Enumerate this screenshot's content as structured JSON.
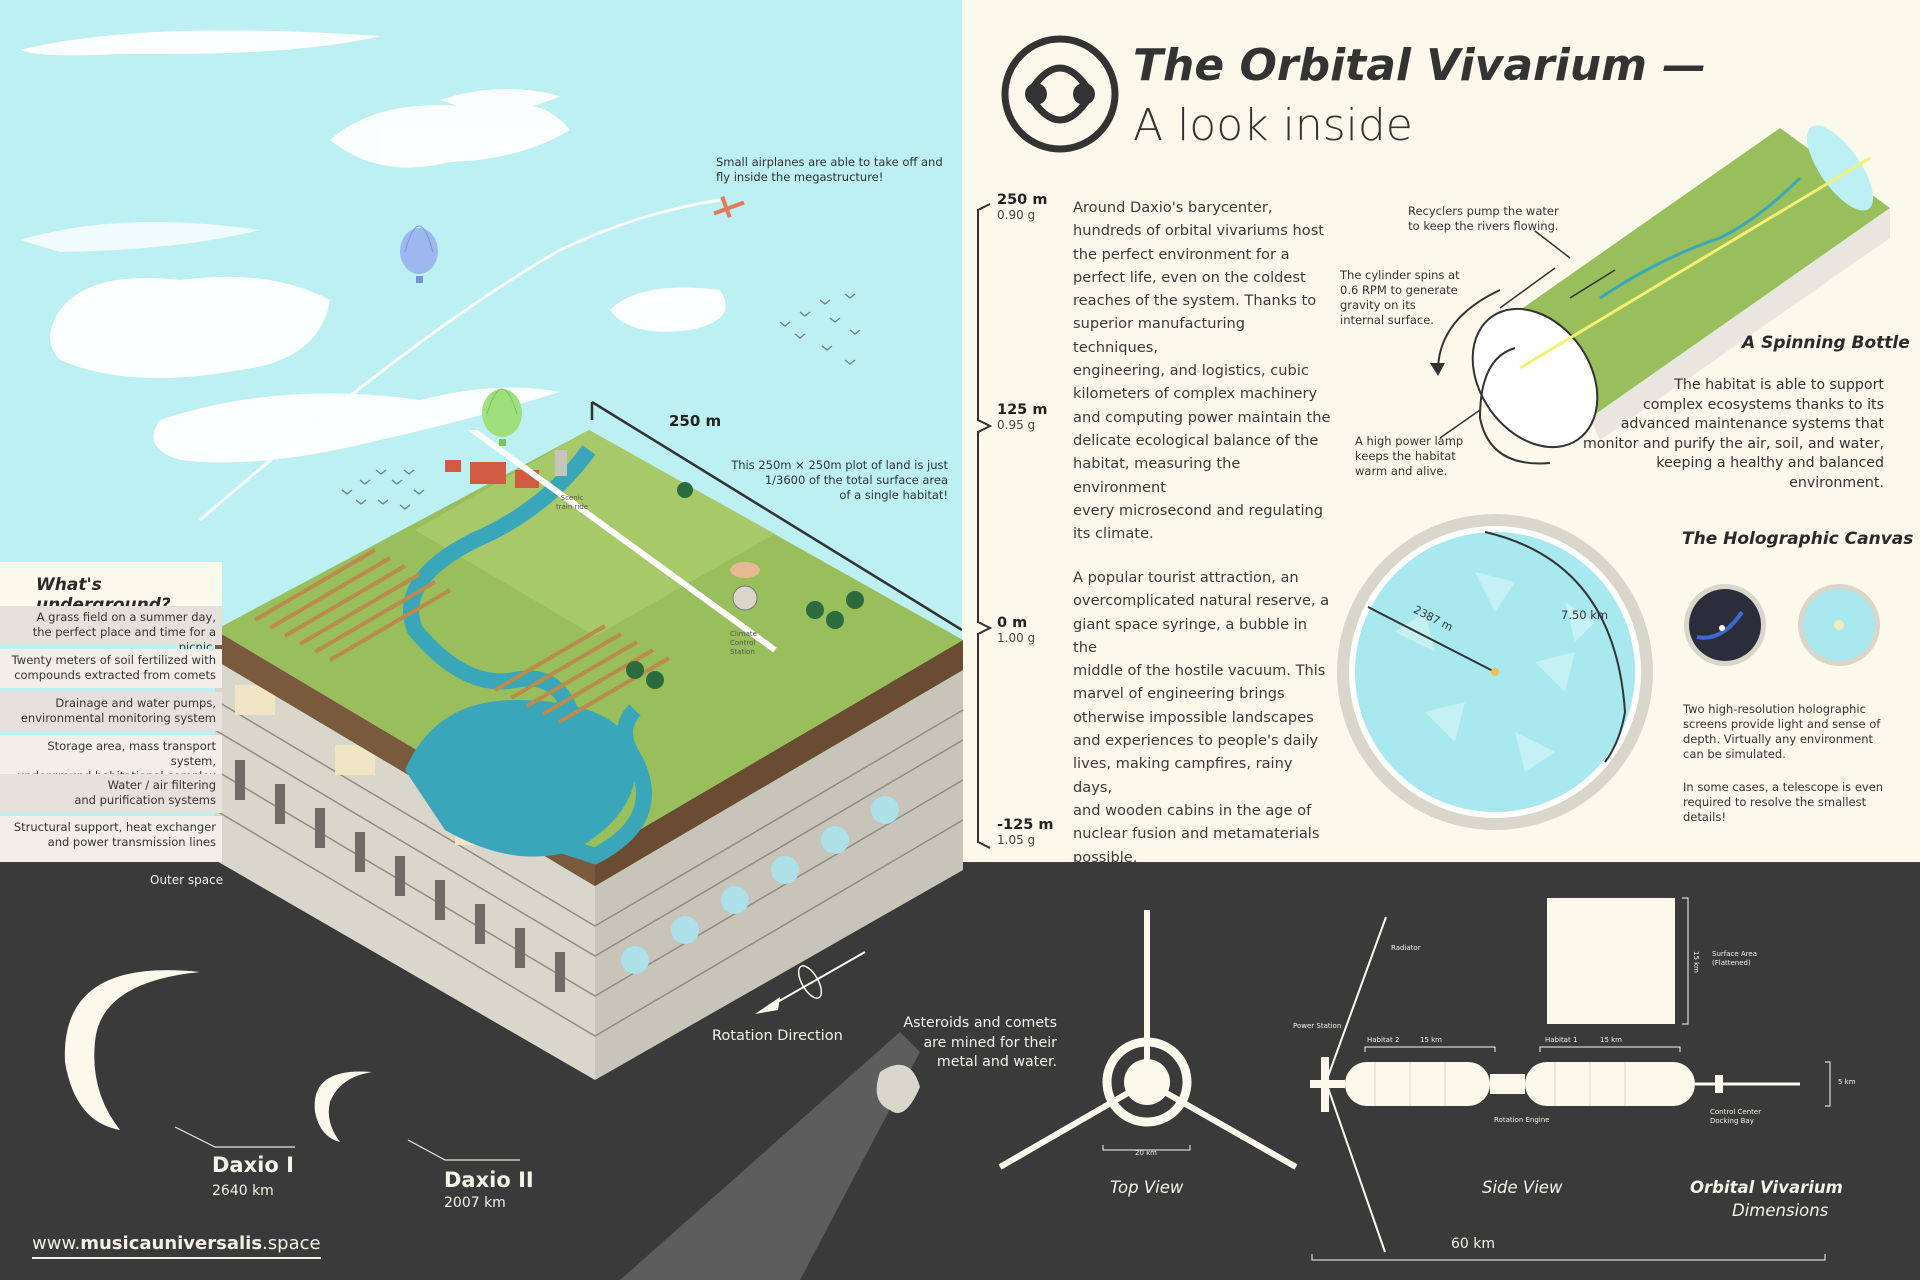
{
  "header": {
    "title": "The Orbital Vivarium —",
    "subtitle": "A look inside"
  },
  "intro_paragraph": [
    "Around Daxio's barycenter,",
    "hundreds of orbital vivariums host",
    "the perfect environment for a",
    "perfect life, even on the coldest",
    "reaches of the system. Thanks to",
    "superior manufacturing techniques,",
    "engineering, and logistics, cubic",
    "kilometers of complex machinery",
    "and computing power maintain the",
    "delicate ecological balance of the",
    "habitat, measuring the environment",
    "every microsecond and regulating",
    "its climate."
  ],
  "tourist_paragraph": [
    "A popular tourist attraction, an",
    "overcomplicated natural reserve, a",
    "giant space syringe, a bubble in the",
    "middle of the hostile vacuum. This",
    "marvel of engineering brings",
    "otherwise impossible landscapes",
    "and experiences to people's daily",
    "lives, making campfires, rainy days,",
    "and wooden cabins in the age of",
    "nuclear fusion and metamaterials",
    "possible."
  ],
  "scale": [
    {
      "label": "250 m",
      "gravity": "0.90 g"
    },
    {
      "label": "125 m",
      "gravity": "0.95 g"
    },
    {
      "label": "0 m",
      "gravity": "1.00 g"
    },
    {
      "label": "-125 m",
      "gravity": "1.05 g"
    }
  ],
  "sky_notes": {
    "airplanes": [
      "Small airplanes are able to take off and",
      "fly inside the megastructure!"
    ],
    "plot_size": "250 m",
    "plot_note": [
      "This 250m × 250m plot of land is just",
      "1/3600 of the total surface area",
      "of a single habitat!"
    ],
    "scenic": [
      "Scenic",
      "train ride"
    ],
    "climate": [
      "Climate",
      "Control",
      "Station"
    ]
  },
  "underground": {
    "heading": "What's underground?",
    "rows": [
      [
        "A grass field on a summer day,",
        "the perfect place and time for a picnic."
      ],
      [
        "Twenty meters of soil fertilized with",
        "compounds extracted from comets"
      ],
      [
        "Drainage and water pumps,",
        "environmental monitoring system"
      ],
      [
        "Storage area, mass transport system,",
        "underground habitational complex"
      ],
      [
        "Water / air filtering",
        "and purification systems"
      ],
      [
        "Structural support, heat exchanger",
        "and power transmission lines"
      ]
    ],
    "outer_space": "Outer space"
  },
  "spinning_bottle": {
    "heading": "A Spinning Bottle",
    "recyclers": [
      "Recyclers pump the water",
      "to keep the rivers flowing."
    ],
    "spins": [
      "The cylinder spins at",
      "0.6 RPM to generate",
      "gravity on its",
      "internal surface."
    ],
    "lamp": [
      "A high power lamp",
      "keeps the habitat",
      "warm and alive."
    ],
    "body": [
      "The habitat is able to support",
      "complex ecosystems thanks to its",
      "advanced maintenance systems that",
      "monitor and purify the air, soil, and water,",
      "keeping a healthy and balanced environment."
    ]
  },
  "holographic": {
    "heading": "The Holographic Canvas",
    "radius_label": "2387 m",
    "depth_label": "7.50 km",
    "note1": [
      "Two high-resolution holographic",
      "screens provide light and sense of",
      "depth. Virtually any environment",
      "can be simulated."
    ],
    "note2": [
      "In some cases, a telescope is even",
      "required to resolve the smallest",
      "details!"
    ]
  },
  "bottom": {
    "rotation": "Rotation Direction",
    "moons": [
      {
        "name": "Daxio I",
        "size": "2640 km"
      },
      {
        "name": "Daxio II",
        "size": "2007 km"
      }
    ],
    "asteroids": [
      "Asteroids and comets",
      "are mined for their",
      "metal and water."
    ],
    "url_plain1": "www.",
    "url_bold": "musicauniversalis",
    "url_plain2": ".space",
    "top_view": "Top View",
    "top_view_scale": "20 km",
    "side_view": "Side View",
    "dimensions_title": "Orbital Vivarium",
    "dimensions_sub": "Dimensions",
    "total_length": "60 km",
    "radiator": "Radiator",
    "power_station": "Power Station",
    "habitat2": "Habitat 2",
    "habitat1": "Habitat 1",
    "hab_len": "15 km",
    "rotation_engine": "Rotation Engine",
    "control_center": [
      "Control Center",
      "Docking Bay"
    ],
    "surface_area": [
      "Surface Area",
      "(Flattened)"
    ],
    "surface_side": "15 km",
    "diameter": "5 km"
  },
  "colors": {
    "sky": "#bdf0f2",
    "cream": "#fbf8ec",
    "dark": "#3a3a3a",
    "grass": "#98bf5c",
    "water": "#3aa6b9",
    "soil": "#7a5a3c",
    "holo": "#a8e8ef"
  }
}
